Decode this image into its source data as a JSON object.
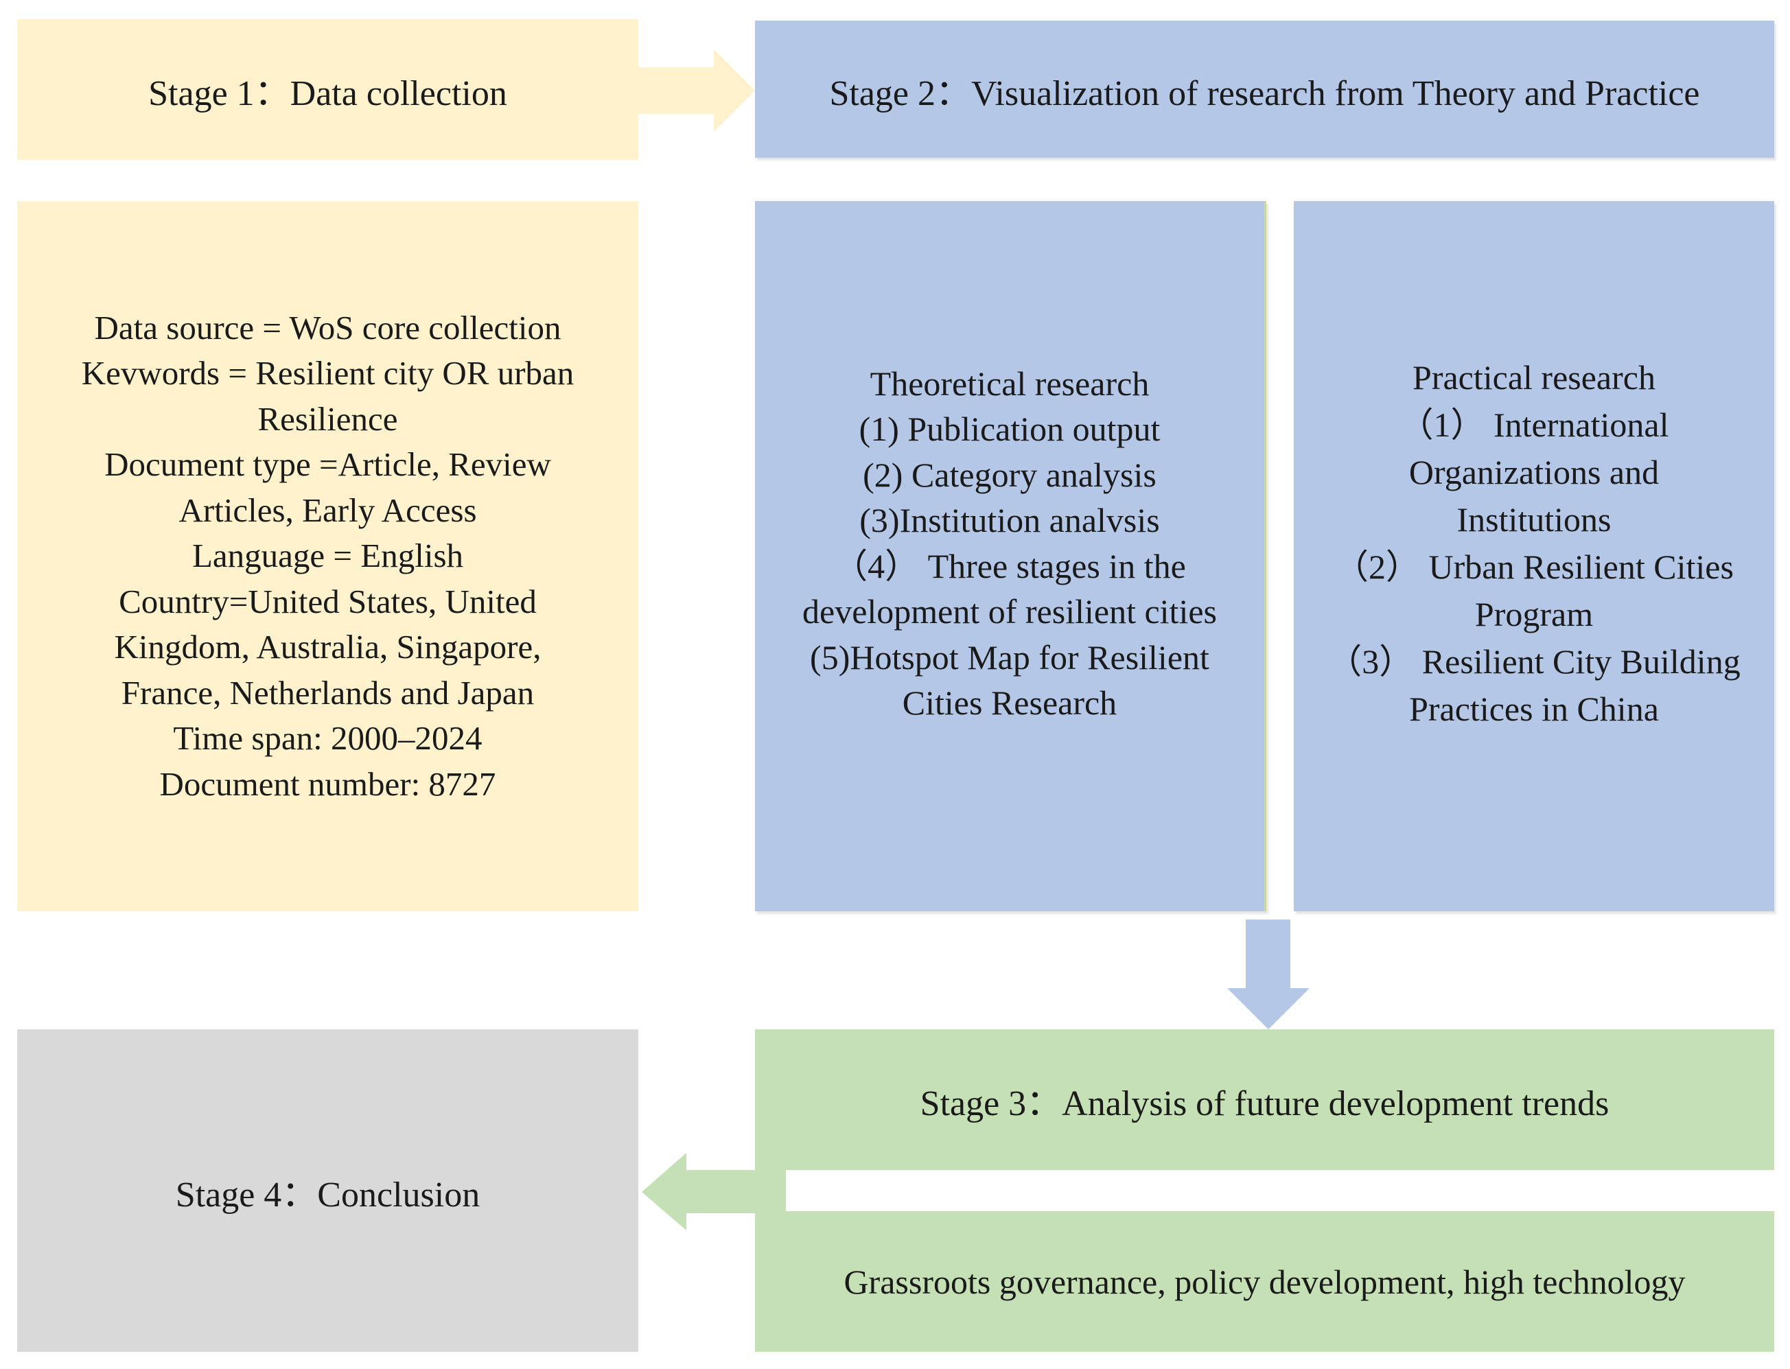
{
  "stage1": {
    "title": "Stage 1：Data collection",
    "details": [
      "Data source = WoS core collection",
      "Kevwords = Resilient city OR urban",
      "Resilience",
      "Document type =Article, Review",
      "Articles, Early Access",
      "Language = English",
      "Country=United States, United",
      "Kingdom, Australia, Singapore,",
      "France, Netherlands and Japan",
      "Time span: 2000–2024",
      "Document number: 8727"
    ]
  },
  "stage2": {
    "title": "Stage 2：Visualization of research from Theory and Practice",
    "theoretical": [
      "Theoretical research",
      "(1) Publication output",
      "(2) Category analysis",
      "(3)Institution analvsis",
      "（4） Three stages in the",
      "development of resilient cities",
      "(5)Hotspot Map for Resilient",
      "Cities Research"
    ],
    "practical": [
      "Practical research",
      "（1） International",
      "Organizations and",
      "Institutions",
      "（2） Urban Resilient Cities",
      "Program",
      "（3） Resilient City Building",
      "Practices in China"
    ]
  },
  "stage3": {
    "title": "Stage 3：Analysis of future development trends",
    "detail": "Grassroots governance, policy development, high technology"
  },
  "stage4": {
    "title": "Stage 4：Conclusion"
  },
  "colors": {
    "yellow": "#fff2cc",
    "blue": "#b4c7e7",
    "green": "#c5e0b4",
    "gray": "#d9d9d9"
  }
}
